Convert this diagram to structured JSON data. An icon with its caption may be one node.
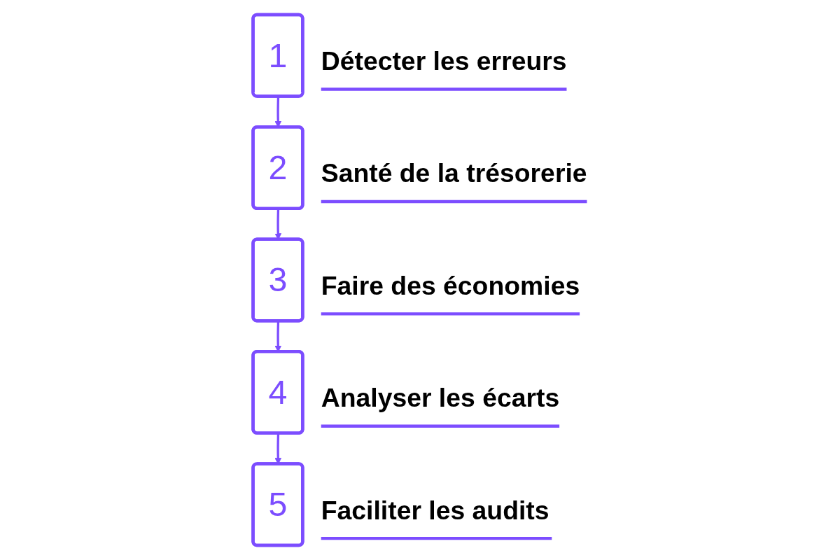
{
  "diagram": {
    "nodes": [
      {
        "text": [
          "1"
        ],
        "beside": [
          "Détecter les erreurs"
        ]
      },
      {
        "text": [
          "2"
        ],
        "beside": [
          "Santé de la trésorerie"
        ]
      },
      {
        "text": [
          "3"
        ],
        "beside": [
          "Faire des économies"
        ]
      },
      {
        "text": [
          "4"
        ],
        "beside": [
          "Analyser les écarts"
        ]
      },
      {
        "text": [
          "5"
        ],
        "beside": [
          "Faciliter les audits"
        ]
      }
    ],
    "edges": [
      {
        "from": 0,
        "to": 1,
        "arrow": "to"
      },
      {
        "from": 1,
        "to": 2,
        "arrow": "to"
      },
      {
        "from": 2,
        "to": 3,
        "arrow": "to"
      },
      {
        "from": 3,
        "to": 4,
        "arrow": "to"
      }
    ]
  }
}
